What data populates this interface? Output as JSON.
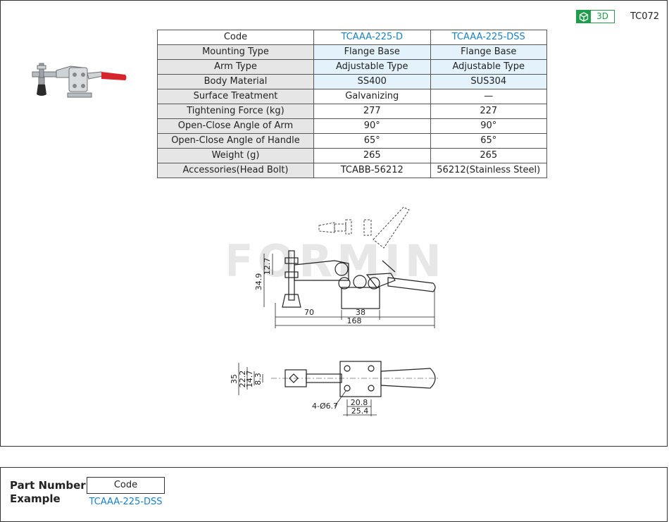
{
  "header": {
    "badge_label": "3D",
    "badge_icon": "cube-icon",
    "series_code": "TC072"
  },
  "colors": {
    "accent_blue": "#1a80c4",
    "badge_green": "#1e9e4a",
    "label_bg": "#e6e6e6",
    "value_bg": "#e4f3fb"
  },
  "spec_table": {
    "header": {
      "label": "Code",
      "col1": "TCAAA-225-D",
      "col2": "TCAAA-225-DSS"
    },
    "rows": [
      {
        "label": "Mounting Type",
        "col1": "Flange Base",
        "col2": "Flange Base"
      },
      {
        "label": "Arm Type",
        "col1": "Adjustable Type",
        "col2": "Adjustable Type"
      },
      {
        "label": "Body Material",
        "col1": "SS400",
        "col2": "SUS304"
      },
      {
        "label": "Surface Treatment",
        "col1": "Galvanizing",
        "col2": "—"
      },
      {
        "label": "Tightening Force (kg)",
        "col1": "277",
        "col2": "227"
      },
      {
        "label": "Open-Close Angle of Arm",
        "col1": "90°",
        "col2": "90°"
      },
      {
        "label": "Open-Close  Angle of Handle",
        "col1": "65°",
        "col2": "65°"
      },
      {
        "label": "Weight (g)",
        "col1": "265",
        "col2": "265"
      },
      {
        "label": "Accessories(Head Bolt)",
        "col1": "TCABB-56212",
        "col2": "56212(Stainless Steel)"
      }
    ]
  },
  "drawing": {
    "watermark": "FORMIN",
    "side_view_dims": {
      "height_12_7": "12.7",
      "height_34_9": "34.9",
      "len_70": "70",
      "len_38": "38",
      "len_168": "168"
    },
    "top_view_dims": {
      "w_35": "35",
      "w_22_2": "22.2",
      "w_14_7": "14.7",
      "w_8_3": "8.3",
      "hole": "4-Ø6.7",
      "w_20_8": "20.8",
      "w_25_4": "25.4"
    }
  },
  "part_number": {
    "label_line1": "Part Number",
    "label_line2": "Example",
    "code_label": "Code",
    "example": "TCAAA-225-DSS"
  }
}
